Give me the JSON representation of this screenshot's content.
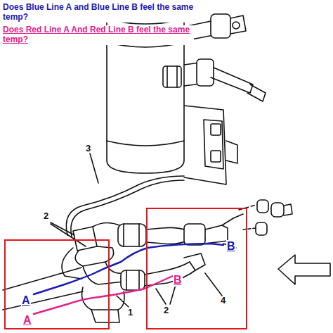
{
  "diagram": {
    "nodes": [
      {
        "text": [
          "A",
          "A"
        ]
      },
      {
        "text": [
          "B",
          "B"
        ]
      }
    ],
    "labels": [
      "Does Blue Line A and Blue Line B feel the same temp?",
      "Does Red Line A And Red Line B feel the same temp?",
      "3",
      "2",
      "1",
      "2",
      "4"
    ]
  }
}
